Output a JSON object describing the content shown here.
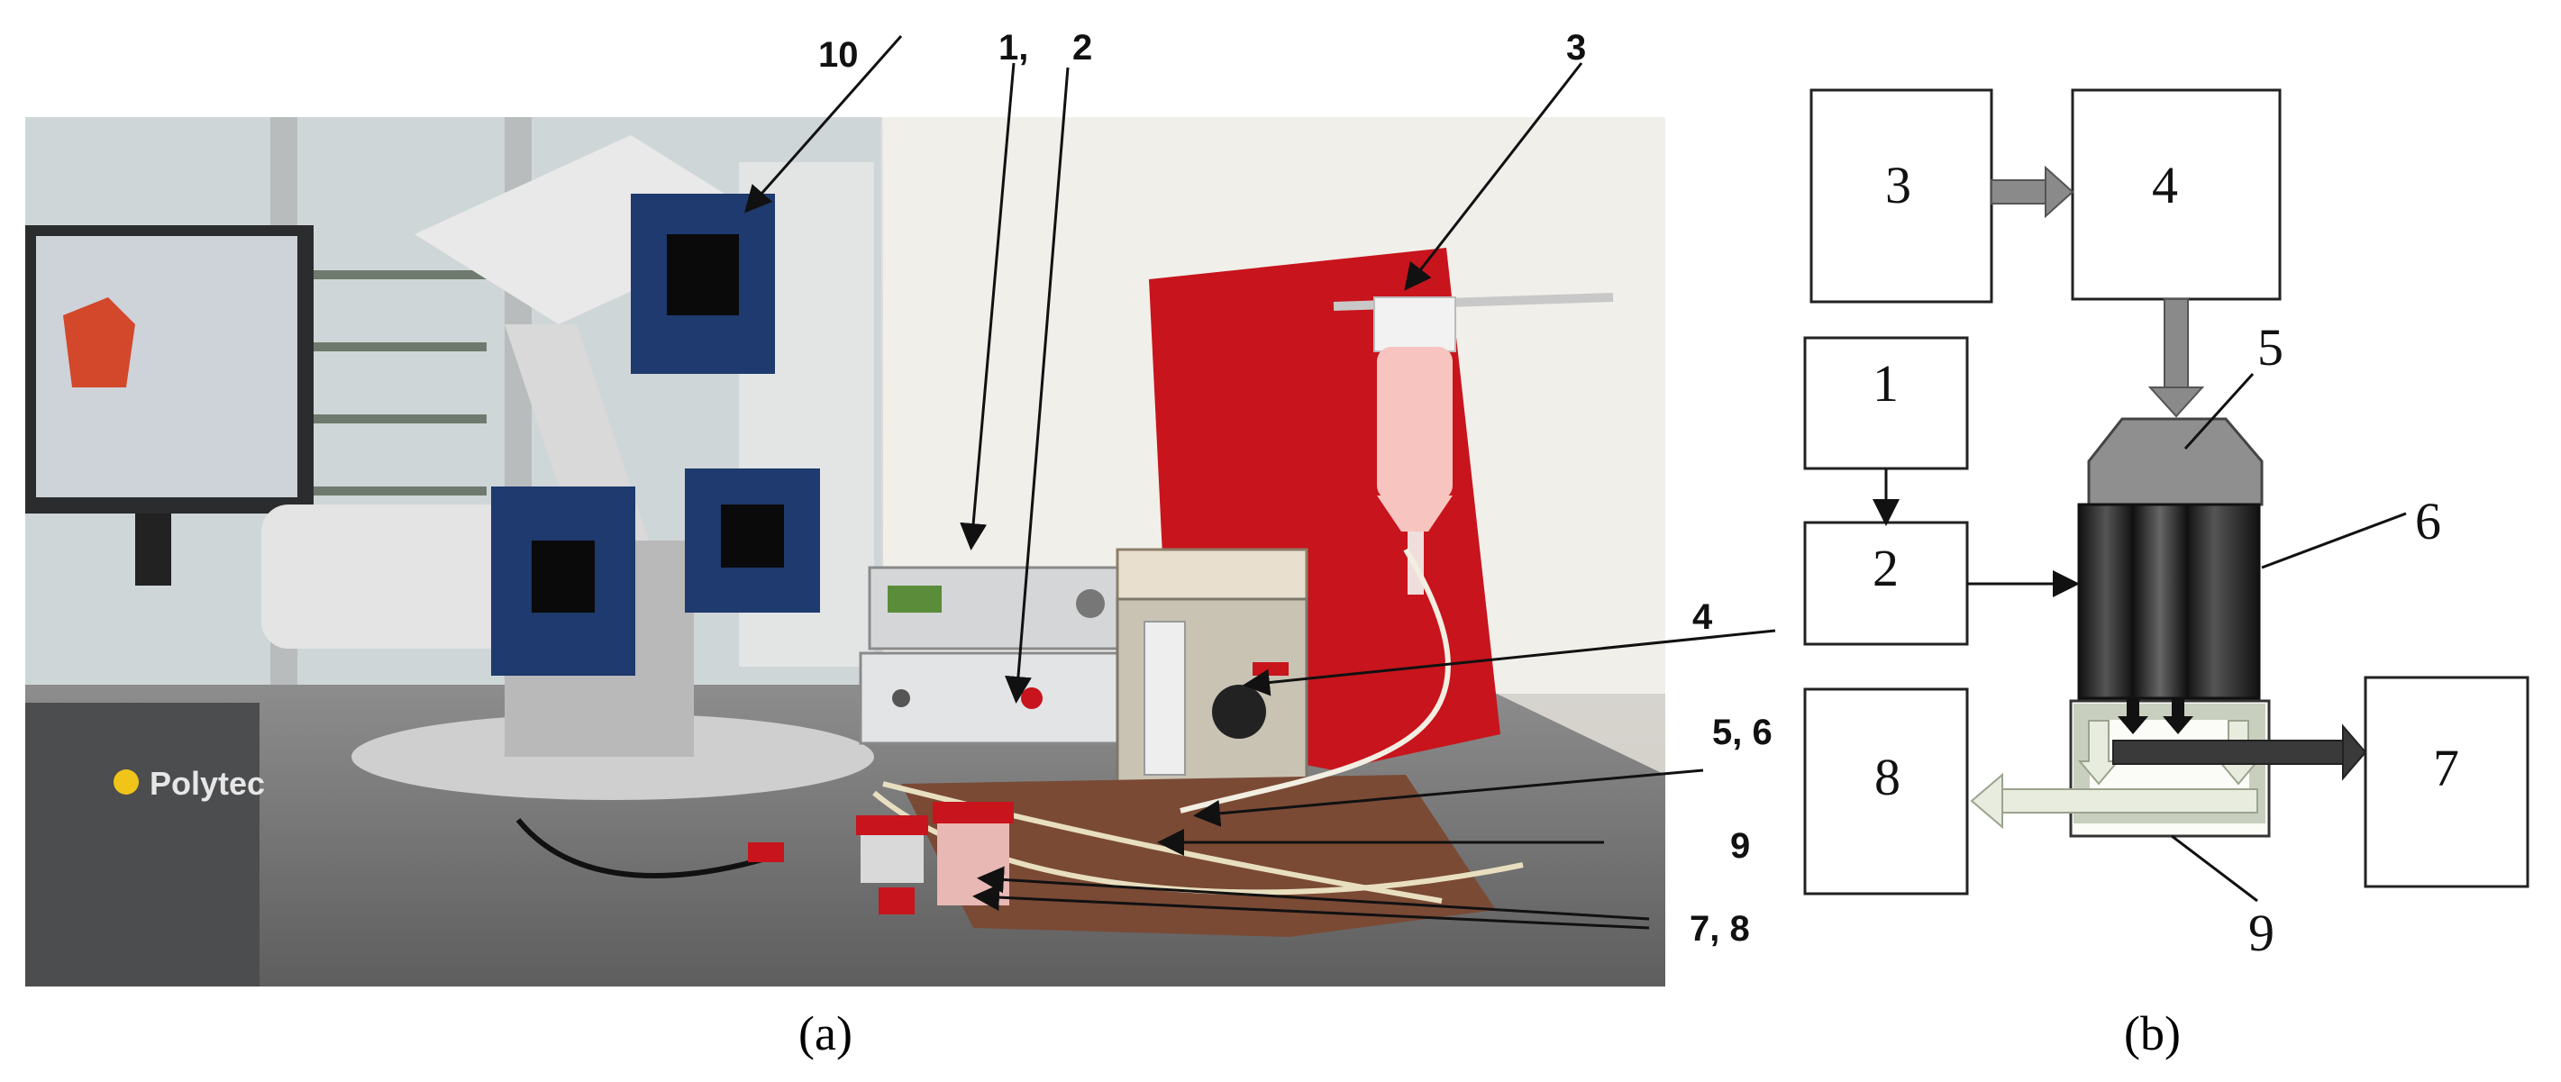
{
  "panel_a": {
    "caption": "(a)",
    "callouts": [
      "10",
      "1,",
      "2",
      "3",
      "4",
      "5, 6",
      "9",
      "7, 8"
    ],
    "logo_text": "Polytec"
  },
  "panel_b": {
    "caption": "(b)",
    "blocks": [
      "3",
      "4",
      "1",
      "2",
      "5",
      "6",
      "8",
      "7",
      "9"
    ]
  },
  "colors": {
    "red_panel": "#c8141c",
    "camera_blue": "#1e3a6e",
    "arrow_grey": "#8a8a8a",
    "dark_column": "#222222",
    "light_arrow": "#e8ecdf"
  }
}
